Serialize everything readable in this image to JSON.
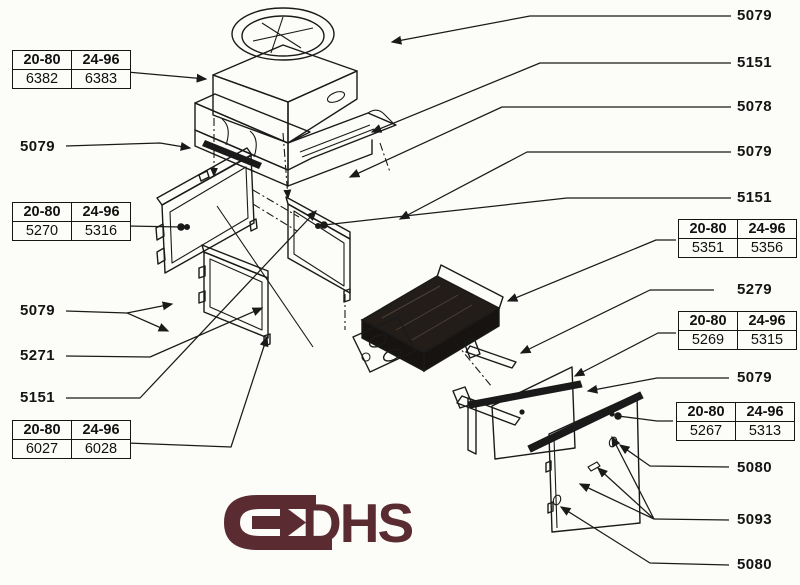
{
  "document": {
    "type": "exploded-parts-diagram",
    "brand": "DHS"
  },
  "colors": {
    "ink": "#1a1a1a",
    "paper": "#fcfcf9",
    "logo_maroon": "#5a2c31"
  },
  "logo": {
    "text": "DHS",
    "mark": "rounded-bracket-with-right-arrow-icon"
  },
  "tables": [
    {
      "position": "top-left",
      "headers": [
        "20-80",
        "24-96"
      ],
      "values": [
        "6382",
        "6383"
      ]
    },
    {
      "position": "mid-left",
      "headers": [
        "20-80",
        "24-96"
      ],
      "values": [
        "5270",
        "5316"
      ]
    },
    {
      "position": "bottom-left",
      "headers": [
        "20-80",
        "24-96"
      ],
      "values": [
        "6027",
        "6028"
      ]
    },
    {
      "position": "right-upper",
      "headers": [
        "20-80",
        "24-96"
      ],
      "values": [
        "5351",
        "5356"
      ]
    },
    {
      "position": "right-middle",
      "headers": [
        "20-80",
        "24-96"
      ],
      "values": [
        "5269",
        "5315"
      ]
    },
    {
      "position": "right-lower",
      "headers": [
        "20-80",
        "24-96"
      ],
      "values": [
        "5267",
        "5313"
      ]
    }
  ],
  "callouts": {
    "left": [
      {
        "part": "5079"
      },
      {
        "part": "5079"
      },
      {
        "part": "5271"
      },
      {
        "part": "5151"
      }
    ],
    "right": [
      {
        "part": "5079"
      },
      {
        "part": "5151"
      },
      {
        "part": "5078"
      },
      {
        "part": "5079"
      },
      {
        "part": "5151"
      },
      {
        "part": "5279"
      },
      {
        "part": "5079"
      },
      {
        "part": "5080"
      },
      {
        "part": "5093"
      },
      {
        "part": "5080"
      }
    ]
  },
  "parts_depicted": [
    "blower-unit-with-round-collar",
    "blower-scroll-housing",
    "drain-pan",
    "filter-frame-left",
    "filter-frame-center",
    "filter-frame-right",
    "coil-filter-block",
    "channel-rails",
    "back-panel-upper",
    "back-panel-lower"
  ]
}
